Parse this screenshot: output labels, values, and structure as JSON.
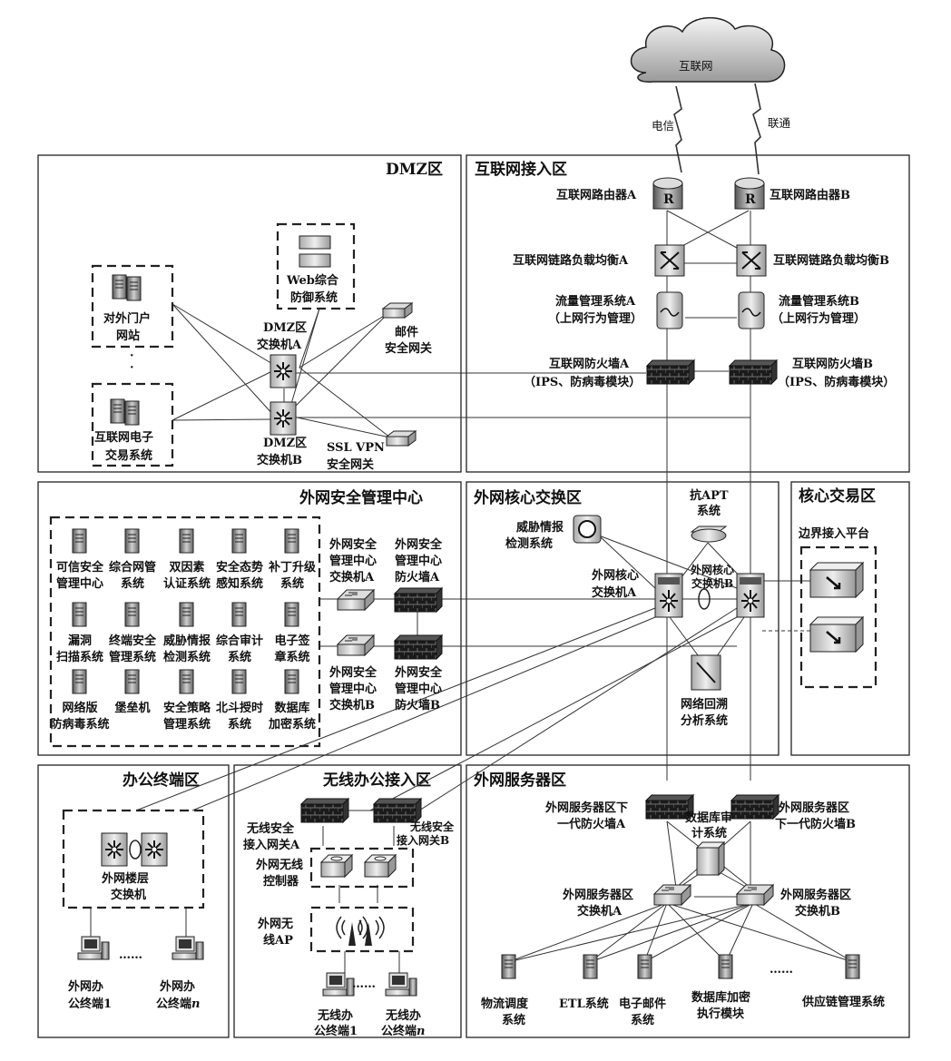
{
  "cloud": {
    "label": "互联网"
  },
  "isp": {
    "telecom": "电信",
    "unicom": "联通"
  },
  "zones": {
    "dmz": "DMZ区",
    "internet_access": "互联网接入区",
    "security_center": "外网安全管理中心",
    "core_switch": "外网核心交换区",
    "core_trade": "核心交易区",
    "office_terminal": "办公终端区",
    "wireless": "无线办公接入区",
    "server": "外网服务器区"
  },
  "internet_access": {
    "router_a": "互联网路由器A",
    "router_b": "互联网路由器B",
    "lb_a": "互联网链路负载均衡A",
    "lb_b": "互联网链路负载均衡B",
    "flow_a": [
      "流量管理系统A",
      "（上网行为管理）"
    ],
    "flow_b": [
      "流量管理系统B",
      "（上网行为管理）"
    ],
    "fw_a": [
      "互联网防火墙A",
      "（IPS、防病毒模块）"
    ],
    "fw_b": [
      "互联网防火墙B",
      "（IPS、防病毒模块）"
    ]
  },
  "dmz": {
    "web_defense": [
      "Web综合",
      "防御系统"
    ],
    "portal": [
      "对外门户",
      "网站"
    ],
    "ellipsis": "·",
    "ecommerce": [
      "互联网电子",
      "交易系统"
    ],
    "switch_a": [
      "DMZ区",
      "交换机A"
    ],
    "switch_b": [
      "DMZ区",
      "交换机B"
    ],
    "mail_gw": [
      "邮件",
      "安全网关"
    ],
    "ssl_vpn": [
      "SSL VPN",
      "安全网关"
    ]
  },
  "security_center": {
    "systems": [
      [
        "可信安全",
        "管理中心"
      ],
      [
        "综合网管",
        "系统"
      ],
      [
        "双因素",
        "认证系统"
      ],
      [
        "安全态势",
        "感知系统"
      ],
      [
        "补丁升级",
        "系统"
      ],
      [
        "漏洞",
        "扫描系统"
      ],
      [
        "终端安全",
        "管理系统"
      ],
      [
        "威胁情报",
        "检测系统"
      ],
      [
        "综合审计",
        "系统"
      ],
      [
        "电子签",
        "章系统"
      ],
      [
        "网络版",
        "防病毒系统"
      ],
      [
        "堡垒机",
        ""
      ],
      [
        "安全策略",
        "管理系统"
      ],
      [
        "北斗授时",
        "系统"
      ],
      [
        "数据库",
        "加密系统"
      ]
    ],
    "switch_a": [
      "外网安全",
      "管理中心",
      "交换机A"
    ],
    "firewall_a": [
      "外网安全",
      "管理中心",
      "防火墙A"
    ],
    "switch_b": [
      "外网安全",
      "管理中心",
      "交换机B"
    ],
    "firewall_b": [
      "外网安全",
      "管理中心",
      "防火墙B"
    ]
  },
  "core_switch": {
    "threat_intel": [
      "威胁情报",
      "检测系统"
    ],
    "anti_apt": [
      "抗APT",
      "系统"
    ],
    "core_a": [
      "外网核心",
      "交换机A"
    ],
    "core_b": [
      "外网核心",
      "交换机B"
    ],
    "backtrack": [
      "网络回溯",
      "分析系统"
    ]
  },
  "core_trade": {
    "boundary": "边界接入平台"
  },
  "office": {
    "floor_switch": [
      "外网楼层",
      "交换机"
    ],
    "term_1": [
      "外网办",
      "公终端1"
    ],
    "term_n": [
      "外网办",
      "公终端"
    ],
    "term_n_suffix": "n",
    "dots": "……"
  },
  "wireless": {
    "gw_a": [
      "无线安全",
      "接入网关A"
    ],
    "gw_b": [
      "无线安全",
      "接入网关B"
    ],
    "controller": [
      "外网无线",
      "控制器"
    ],
    "ap": [
      "外网无",
      "线AP"
    ],
    "term_1": [
      "无线办",
      "公终端1"
    ],
    "term_n": [
      "无线办",
      "公终端"
    ],
    "term_n_suffix": "n",
    "dots": "……"
  },
  "server": {
    "fw_a": [
      "外网服务器区下",
      "一代防火墙A"
    ],
    "fw_b": [
      "外网服务器区",
      "下一代防火墙B"
    ],
    "db_audit": [
      "数据库审",
      "计系统"
    ],
    "switch_a": [
      "外网服务器区",
      "交换机A"
    ],
    "switch_b": [
      "外网服务器区",
      "交换机B"
    ],
    "logistics": [
      "物流调度",
      "系统"
    ],
    "etl": "ETL系统",
    "email": [
      "电子邮件",
      "系统"
    ],
    "db_encrypt": [
      "数据库加密",
      "执行模块"
    ],
    "dots": "……",
    "supply_chain": "供应链管理系统"
  }
}
